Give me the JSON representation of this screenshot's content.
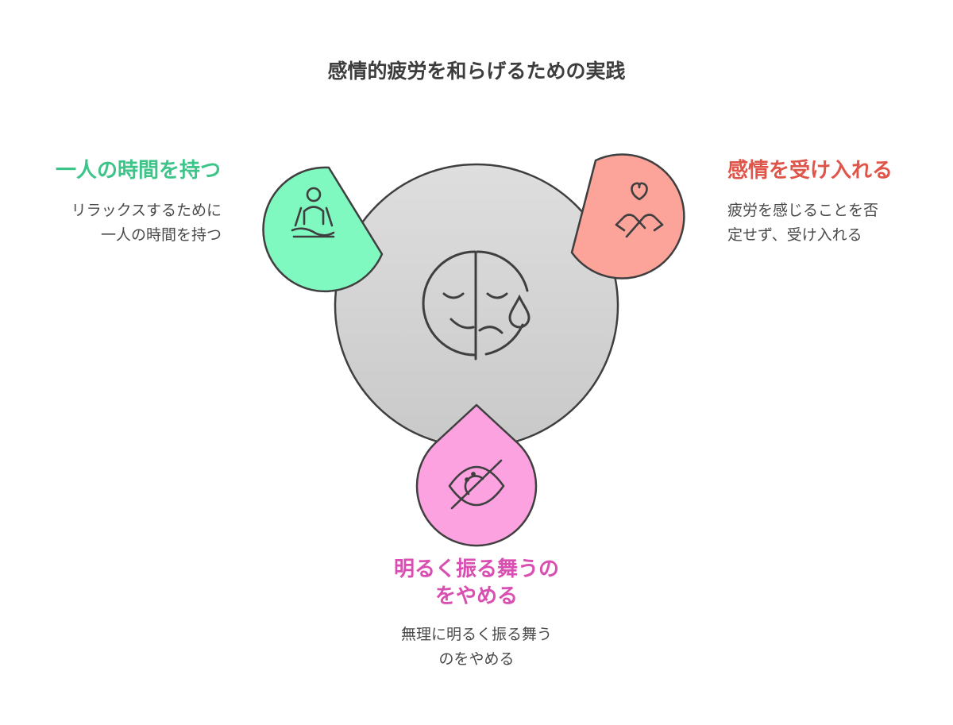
{
  "title": "感情的疲労を和らげるための実践",
  "colors": {
    "center_fill": "#d3d3d3",
    "stroke": "#3f3f3f",
    "green": "#80f9c1",
    "green_text": "#3cc489",
    "salmon": "#fca49a",
    "salmon_text": "#e0554a",
    "pink": "#fca2e0",
    "pink_text": "#d94fb1"
  },
  "center": {
    "icon": "happy-sad-face-icon"
  },
  "items": [
    {
      "heading": "一人の時間を持つ",
      "desc_lines": [
        "リラックスするために",
        "一人の時間を持つ"
      ],
      "icon": "meditation-person-icon"
    },
    {
      "heading": "感情を受け入れる",
      "desc_lines": [
        "疲労を感じることを否",
        "定せず、受け入れる"
      ],
      "icon": "heart-hands-icon"
    },
    {
      "heading_lines": [
        "明るく振る舞うの",
        "をやめる"
      ],
      "desc_lines": [
        "無理に明るく振る舞う",
        "のをやめる"
      ],
      "icon": "eye-slash-icon"
    }
  ]
}
